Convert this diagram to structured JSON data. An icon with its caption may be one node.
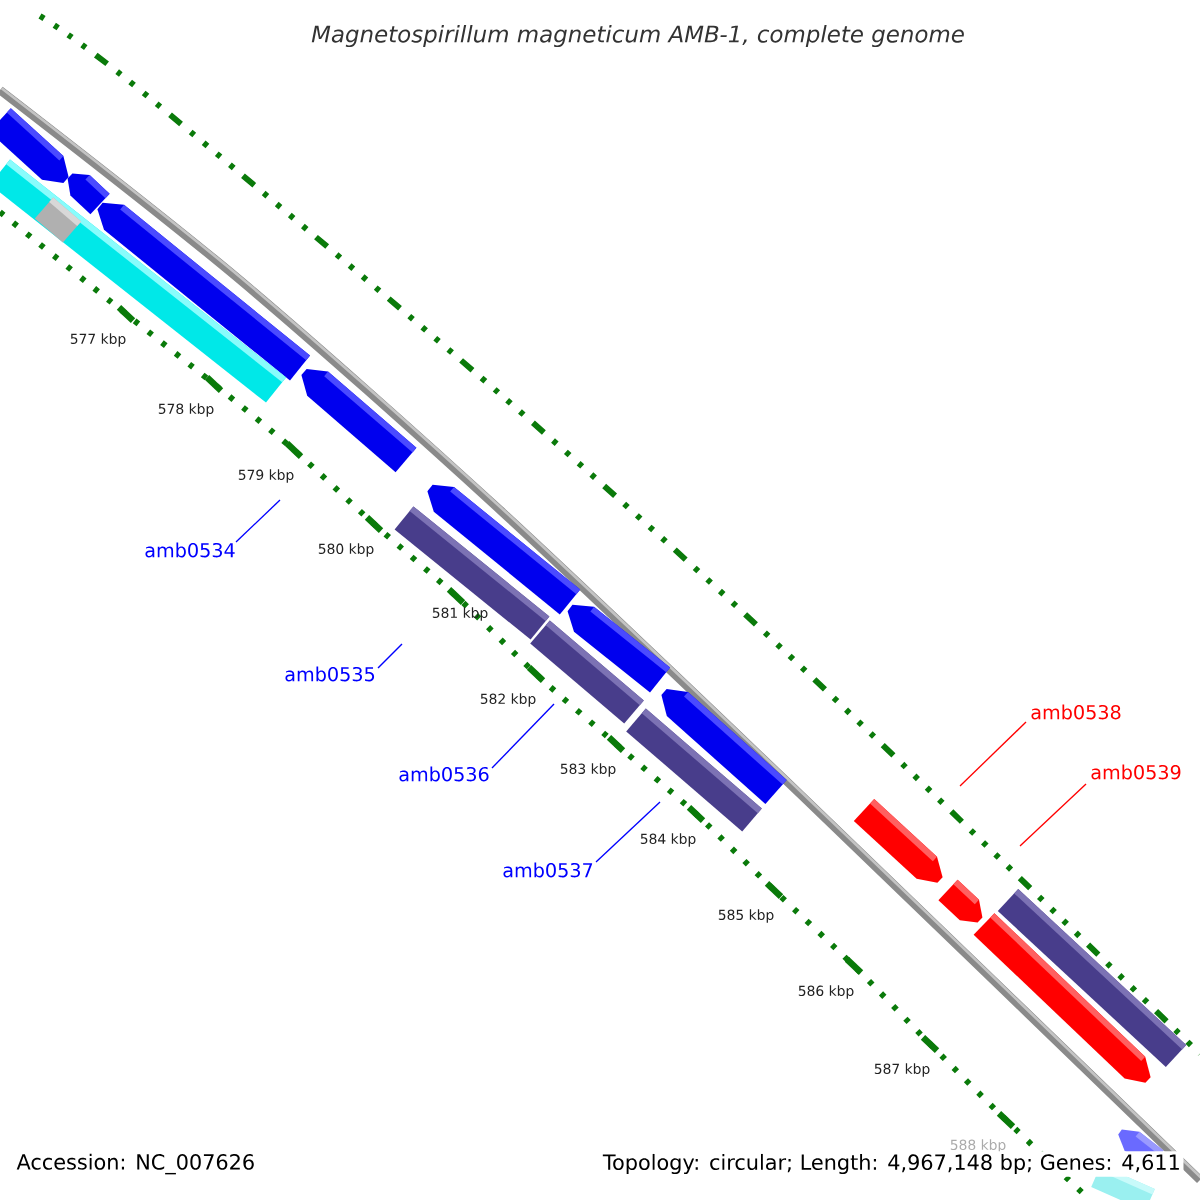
{
  "diagram": {
    "title": "Magnetospirillum magneticum AMB-1, complete genome",
    "nodes": [
      {
        "text": [
          "amb0534"
        ]
      },
      {
        "text": [
          "amb0535"
        ]
      },
      {
        "text": [
          "amb0536"
        ]
      },
      {
        "text": [
          "amb0537"
        ]
      },
      {
        "text": [
          "amb0538"
        ]
      },
      {
        "text": [
          "amb0539"
        ]
      }
    ],
    "edges": [
      {
        "from": 0,
        "to": null,
        "arrow": "none"
      },
      {
        "from": 1,
        "to": null,
        "arrow": "none"
      },
      {
        "from": 2,
        "to": null,
        "arrow": "none"
      },
      {
        "from": 3,
        "to": null,
        "arrow": "none"
      },
      {
        "from": 4,
        "to": null,
        "arrow": "none",
        "color": "#ff0000"
      },
      {
        "from": 5,
        "to": null,
        "arrow": "none",
        "color": "#ff0000"
      }
    ],
    "labels": [
      "577 kbp",
      "578 kbp",
      "579 kbp",
      "580 kbp",
      "581 kbp",
      "582 kbp",
      "583 kbp",
      "584 kbp",
      "585 kbp",
      "586 kbp",
      "587 kbp",
      "588 kbp",
      "Accession: NC_007626",
      "Topology: circular; Length: 4,967,148 bp; Genes: 4,611"
    ]
  }
}
